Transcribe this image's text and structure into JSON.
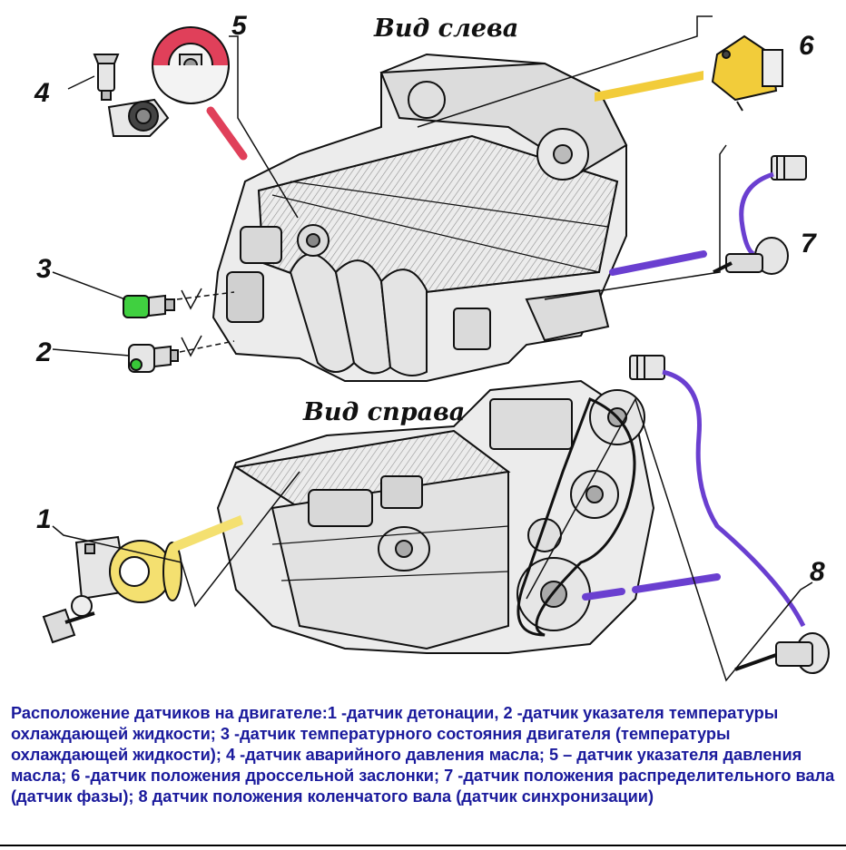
{
  "views": {
    "left": "Вид слева",
    "right": "Вид справа"
  },
  "callouts": [
    "1",
    "2",
    "3",
    "4",
    "5",
    "6",
    "7",
    "8"
  ],
  "caption": "Расположение датчиков на двигателе:1 -датчик детонации, 2 -датчик указателя температуры охлаждающей жидкости; 3 -датчик температурного состояния двигателя (температуры охлаждающей жидкости); 4 -датчик аварийного давления масла; 5 – датчик указателя давления масла; 6 -датчик положения дроссельной заслонки; 7 -датчик положения распределительного вала (датчик фазы); 8 датчик положения коленчатого вала (датчик синхронизации)",
  "colors": {
    "sensor5": "#e0405a",
    "sensor6": "#f2cc3a",
    "sensor7": "#6a3fd0",
    "sensor3": "#40d040",
    "sensor2": "#38c838",
    "sensor1": "#f4e070",
    "sensor8": "#6a3fd0",
    "caption": "#1a1a9c"
  }
}
